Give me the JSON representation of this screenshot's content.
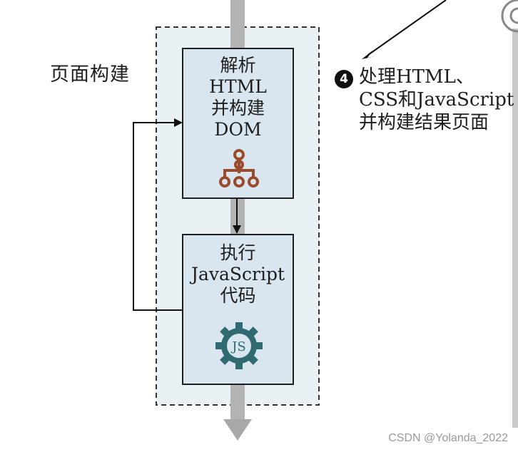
{
  "page_label": "页面构建",
  "box_parse": {
    "lines": [
      "解析",
      "HTML",
      "并构建",
      "DOM"
    ]
  },
  "box_exec": {
    "lines": [
      "执行",
      "JavaScript",
      "代码"
    ]
  },
  "js_icon_text": "JS",
  "step": {
    "number": "4",
    "lines": [
      "处理HTML、",
      "CSS和JavaScript",
      "并构建结果页面"
    ]
  },
  "watermark": "CSDN @Yolanda_2022",
  "colors": {
    "box_fill": "#d9e6ef",
    "container_fill": "#eaf1f5",
    "flow_arrow": "#b3b3b3",
    "dom_icon": "#9b4a2b",
    "js_gear": "#2f6b70"
  }
}
